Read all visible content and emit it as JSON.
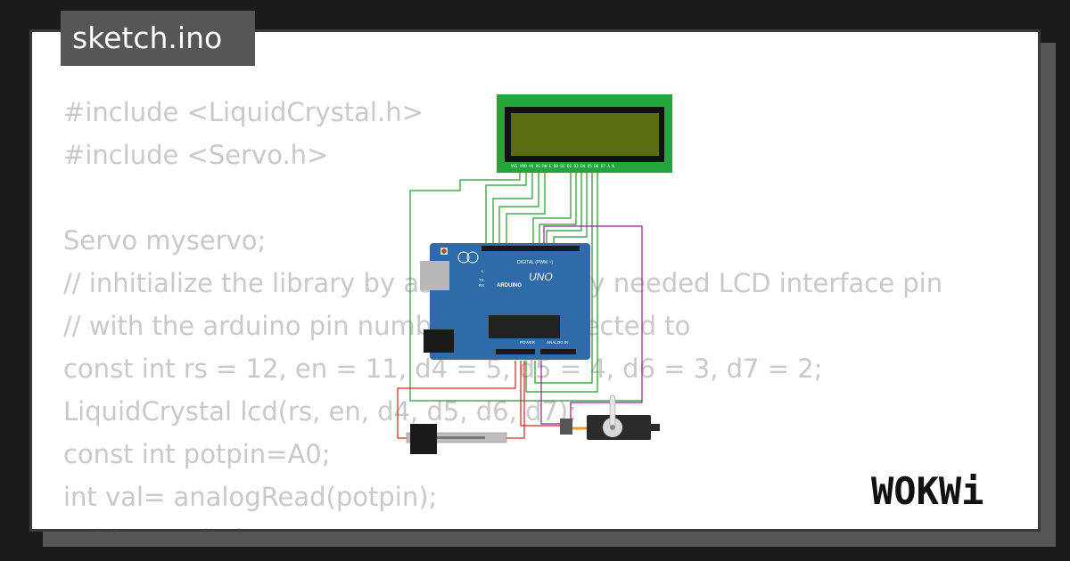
{
  "file_tab": {
    "title": "sketch.ino"
  },
  "code_lines": [
    "#include <LiquidCrystal.h>",
    "#include <Servo.h>",
    "",
    "Servo myservo;",
    "// inhitialize the library by associating any needed LCD interface pin",
    "// with the arduino pin number it is connected to",
    "const int rs = 12, en = 11, d4 = 5, d5 = 4, d6 = 3, d7 = 2;",
    "LiquidCrystal lcd(rs, en, d4, d5, d6, d7);",
    "const int potpin=A0;",
    "int val= analogRead(potpin);",
    "void setup() {"
  ],
  "board": {
    "brand": "ARDUINO",
    "model": "UNO",
    "digital_label": "DIGITAL (PWM ~)",
    "power_label": "POWER",
    "analog_label": "ANALOG IN",
    "led_l": "L",
    "led_tx": "TX",
    "led_rx": "RX"
  },
  "lcd": {
    "pins_label": "VSS VDD V0 RS RW E D0 D1 D2 D3 D4 D5 D6 D7 A K"
  },
  "logo": {
    "text": "WOKWi"
  },
  "colors": {
    "background": "#1b1b1b",
    "card": "#ffffff",
    "tab": "#565656",
    "code_text": "#c9c9c9",
    "board": "#2f6aa9",
    "lcd_frame": "#22a63a",
    "lcd_screen": "#5a6e14",
    "wire_green": "#1f9a2e",
    "wire_red": "#e02020",
    "wire_purple": "#8e1f8e"
  }
}
